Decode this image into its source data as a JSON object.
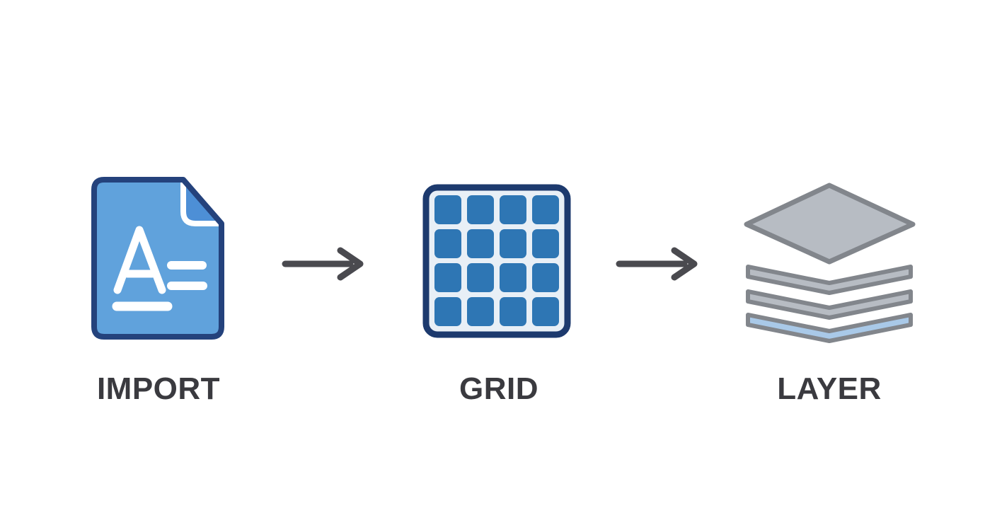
{
  "diagram": {
    "steps": [
      {
        "label": "IMPORT",
        "icon": "document-import-icon"
      },
      {
        "label": "GRID",
        "icon": "grid-icon"
      },
      {
        "label": "LAYER",
        "icon": "layers-icon"
      }
    ],
    "connector": "right-arrow"
  },
  "colors": {
    "background": "#ffffff",
    "label_text": "#3a3a3f",
    "arrow": "#4a4a4f",
    "document": {
      "body_fill": "#60a2dc",
      "outline": "#24427c",
      "fold_fill": "#4d8fd6",
      "fold_crease": "#ffffff",
      "content": "#ffffff"
    },
    "grid": {
      "outline": "#1d3a6e",
      "background": "#e8eff6",
      "cell_fill": "#2e76b4"
    },
    "layers": {
      "sheet_fill": "#b7bcc3",
      "sheet_stroke": "#82868c",
      "accent_fill": "#a9c9e8"
    }
  }
}
